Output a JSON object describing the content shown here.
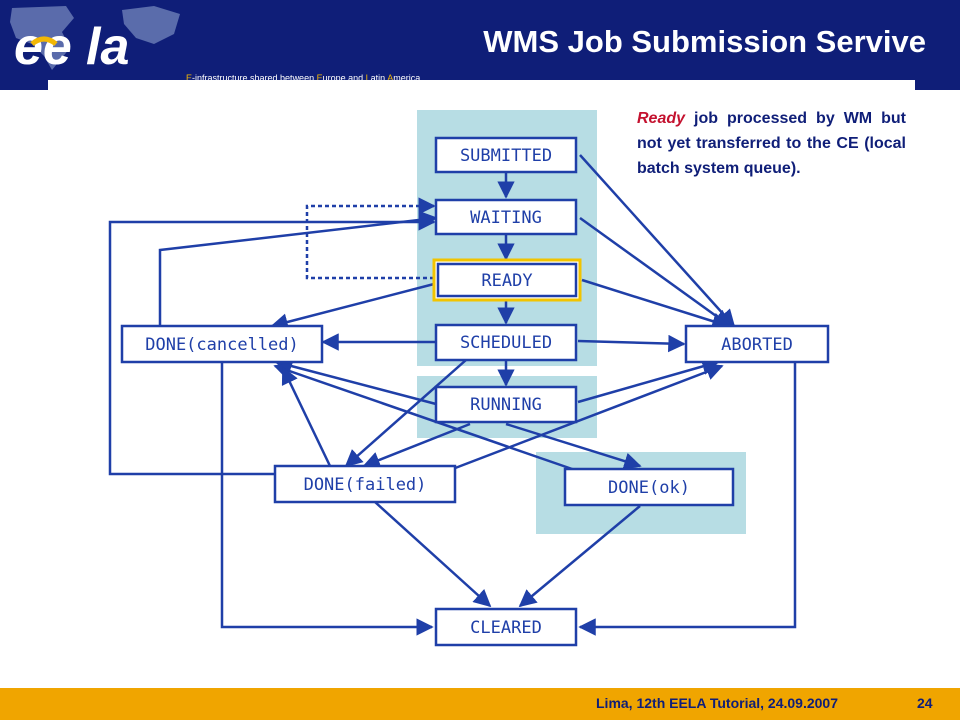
{
  "header": {
    "title": "WMS Job Submission Servive",
    "tagline_parts": [
      "E",
      "-infrastructure shared between ",
      "E",
      "urope and ",
      "L",
      "atin ",
      "A",
      "merica"
    ],
    "logo_text": "eela",
    "colors": {
      "background": "#0f1e78",
      "accent": "#f2b705"
    }
  },
  "diagram": {
    "states": {
      "submitted": "SUBMITTED",
      "waiting": "WAITING",
      "ready": "READY",
      "scheduled": "SCHEDULED",
      "running": "RUNNING",
      "done_cancelled": "DONE(cancelled)",
      "aborted": "ABORTED",
      "done_failed": "DONE(failed)",
      "done_ok": "DONE(ok)",
      "cleared": "CLEARED"
    },
    "highlighted_state": "READY",
    "colors": {
      "box_stroke": "#1f3fa8",
      "arrow": "#1f3fa8",
      "group_fill": "#b7dde4",
      "highlight": "#f2c400"
    }
  },
  "note": {
    "keyword": "Ready",
    "text": " job processed by WM but not yet transferred to the CE (local batch system queue)."
  },
  "footer": {
    "text": "Lima, 12th EELA Tutorial, 24.09.2007",
    "page": "24",
    "colors": {
      "background": "#f0a500"
    }
  }
}
